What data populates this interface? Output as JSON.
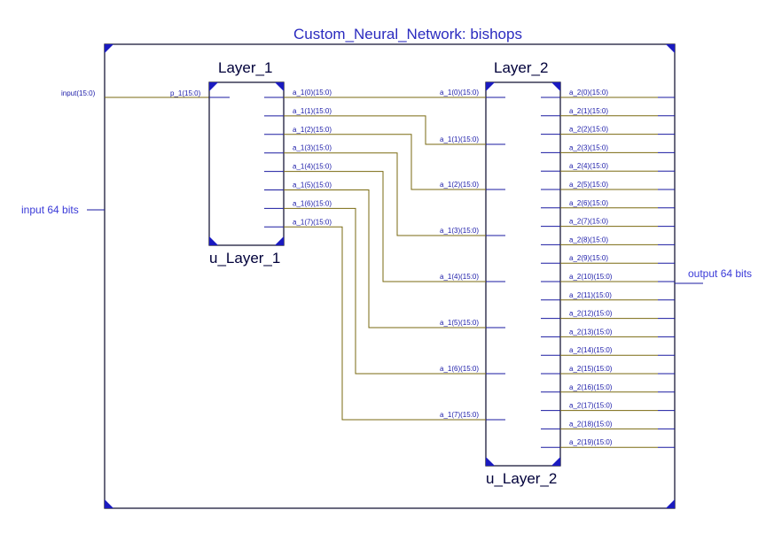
{
  "top": {
    "title": "Custom_Neural_Network:  bishops",
    "input_label": "input 64 bits",
    "output_label": "output 64 bits",
    "input_port": "input(15:0)"
  },
  "layer1": {
    "type": "Layer_1",
    "instance": "u_Layer_1",
    "input_pin": "p_1(15:0)",
    "outputs": [
      "a_1(0)(15:0)",
      "a_1(1)(15:0)",
      "a_1(2)(15:0)",
      "a_1(3)(15:0)",
      "a_1(4)(15:0)",
      "a_1(5)(15:0)",
      "a_1(6)(15:0)",
      "a_1(7)(15:0)"
    ]
  },
  "layer2": {
    "type": "Layer_2",
    "instance": "u_Layer_2",
    "inputs": [
      "a_1(0)(15:0)",
      "a_1(1)(15:0)",
      "a_1(2)(15:0)",
      "a_1(3)(15:0)",
      "a_1(4)(15:0)",
      "a_1(5)(15:0)",
      "a_1(6)(15:0)",
      "a_1(7)(15:0)"
    ],
    "outputs": [
      "a_2(0)(15:0)",
      "a_2(1)(15:0)",
      "a_2(2)(15:0)",
      "a_2(3)(15:0)",
      "a_2(4)(15:0)",
      "a_2(5)(15:0)",
      "a_2(6)(15:0)",
      "a_2(7)(15:0)",
      "a_2(8)(15:0)",
      "a_2(9)(15:0)",
      "a_2(10)(15:0)",
      "a_2(11)(15:0)",
      "a_2(12)(15:0)",
      "a_2(13)(15:0)",
      "a_2(14)(15:0)",
      "a_2(15)(15:0)",
      "a_2(16)(15:0)",
      "a_2(17)(15:0)",
      "a_2(18)(15:0)",
      "a_2(19)(15:0)"
    ]
  },
  "colors": {
    "signal_wire": "#7a6a10",
    "port_wire": "#1a1aa0",
    "label_text": "#1a1aa8",
    "corner_marker": "#1a1ac0"
  }
}
